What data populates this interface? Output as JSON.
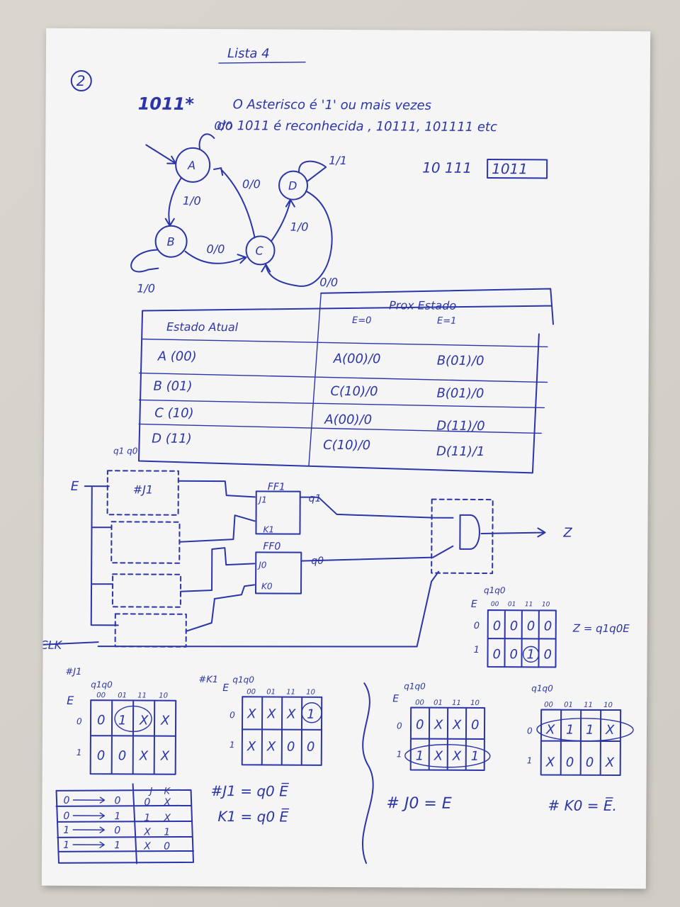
{
  "page": {
    "title": "Lista 4",
    "exercise_number": "2",
    "pattern": "1011*",
    "note_line1": "O Asterisco é '1' ou mais vezes",
    "note_line2": "do 1011 é reconhecida , 10111, 101111 etc",
    "example_prefix": "10 111",
    "example_boxed": "1011"
  },
  "state_diagram": {
    "states": [
      "A",
      "B",
      "C",
      "D"
    ],
    "transitions": {
      "a_self": "0/0",
      "a_to_b": "1/0",
      "b_self": "1/0",
      "b_to_c": "0/0",
      "c_to_a": "0/0",
      "c_to_d": "1/0",
      "d_self": "1/1",
      "d_to_c": "0/0"
    }
  },
  "state_table": {
    "header_current": "Estado Atual",
    "header_next": "Prox Estado",
    "header_e0": "E=0",
    "header_e1": "E=1",
    "rows": [
      {
        "current": "A (00)",
        "e0": "A(00)/0",
        "e1": "B(01)/0"
      },
      {
        "current": "B (01)",
        "e0": "C(10)/0",
        "e1": "B(01)/0"
      },
      {
        "current": "C (10)",
        "e0": "A(00)/0",
        "e1": "D(11)/0"
      },
      {
        "current": "D (11)",
        "e0": "C(10)/0",
        "e1": "D(11)/1"
      }
    ]
  },
  "circuit": {
    "input": "E",
    "clock": "CLK",
    "top_inputs": "q1 q0",
    "block1": "#J1",
    "ff1": "FF1",
    "ff0": "FF0",
    "j1": "J1",
    "k1": "K1",
    "j0": "J0",
    "k0": "K0",
    "q1": "q1",
    "q0": "q0",
    "output": "Z"
  },
  "kmap_z": {
    "var_row": "E",
    "var_col": "q1q0",
    "cols": [
      "00",
      "01",
      "11",
      "10"
    ],
    "rows": [
      "0",
      "1"
    ],
    "cells": [
      [
        "0",
        "0",
        "0",
        "0"
      ],
      [
        "0",
        "0",
        "1",
        "0"
      ]
    ],
    "equation": "Z = q1q0E"
  },
  "kmaps": [
    {
      "tag": "#J1",
      "var_row": "E",
      "var_col": "q1q0",
      "cols": [
        "00",
        "01",
        "11",
        "10"
      ],
      "rows": [
        "0",
        "1"
      ],
      "cells": [
        [
          "0",
          "1",
          "X",
          "X"
        ],
        [
          "0",
          "0",
          "X",
          "X"
        ]
      ]
    },
    {
      "tag": "#K1",
      "var_row": "E",
      "var_col": "q1q0",
      "cols": [
        "00",
        "01",
        "11",
        "10"
      ],
      "rows": [
        "0",
        "1"
      ],
      "cells": [
        [
          "X",
          "X",
          "X",
          "1"
        ],
        [
          "X",
          "X",
          "0",
          "0"
        ]
      ]
    },
    {
      "tag": "",
      "var_row": "E",
      "var_col": "q1q0",
      "cols": [
        "00",
        "01",
        "11",
        "10"
      ],
      "rows": [
        "0",
        "1"
      ],
      "cells": [
        [
          "0",
          "X",
          "X",
          "0"
        ],
        [
          "1",
          "X",
          "X",
          "1"
        ]
      ]
    },
    {
      "tag": "",
      "var_row": "",
      "var_col": "q1q0",
      "cols": [
        "00",
        "01",
        "11",
        "10"
      ],
      "rows": [
        "0",
        "1"
      ],
      "cells": [
        [
          "X",
          "1",
          "1",
          "X"
        ],
        [
          "X",
          "0",
          "0",
          "X"
        ]
      ]
    }
  ],
  "excitation_table": {
    "header_j": "J",
    "header_k": "K",
    "rows": [
      {
        "from": "0",
        "to": "0",
        "j": "0",
        "k": "X"
      },
      {
        "from": "0",
        "to": "1",
        "j": "1",
        "k": "X"
      },
      {
        "from": "1",
        "to": "0",
        "j": "X",
        "k": "1"
      },
      {
        "from": "1",
        "to": "1",
        "j": "X",
        "k": "0"
      }
    ]
  },
  "equations": {
    "j1": "#J1 = q0 E̅",
    "k1": "K1 = q0 E̅",
    "j0": "# J0 = E",
    "k0": "# K0 = E̅."
  },
  "colors": {
    "ink": "#2b35a8",
    "paper": "#f5f5f6",
    "background": "#d4d1ca"
  }
}
